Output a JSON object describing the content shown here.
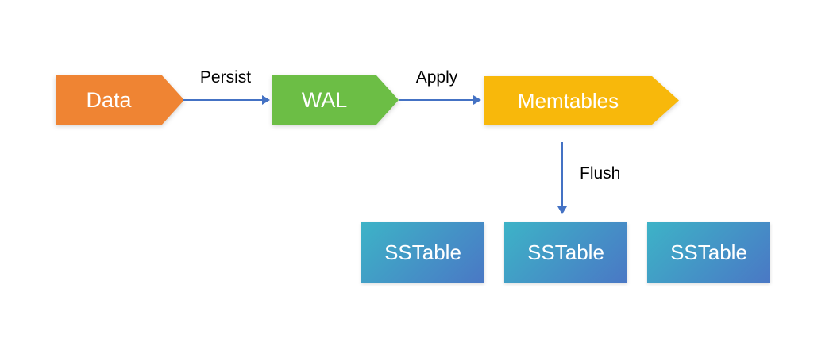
{
  "nodes": {
    "data": {
      "label": "Data",
      "color": "#EF8433",
      "text_color": "#FFFFFF",
      "shape": "right-arrow"
    },
    "wal": {
      "label": "WAL",
      "color": "#6CBE45",
      "text_color": "#FFFFFF",
      "shape": "right-arrow"
    },
    "memtables": {
      "label": "Memtables",
      "color": "#F8B80B",
      "text_color": "#FFFFFF",
      "shape": "right-arrow"
    },
    "sstables": [
      {
        "label": "SSTable"
      },
      {
        "label": "SSTable"
      },
      {
        "label": "SSTable"
      }
    ]
  },
  "edges": {
    "persist": {
      "label": "Persist",
      "from": "data",
      "to": "wal",
      "color": "#4472C4",
      "direction": "right"
    },
    "apply": {
      "label": "Apply",
      "from": "wal",
      "to": "memtables",
      "color": "#4472C4",
      "direction": "right"
    },
    "flush": {
      "label": "Flush",
      "from": "memtables",
      "to": "sstables",
      "color": "#4472C4",
      "direction": "down"
    }
  },
  "colors": {
    "background": "#FFFFFF",
    "arrow": "#4472C4",
    "sstable_gradient_start": "#3DB3C7",
    "sstable_gradient_end": "#4A78C5",
    "edge_label_text": "#000000"
  }
}
